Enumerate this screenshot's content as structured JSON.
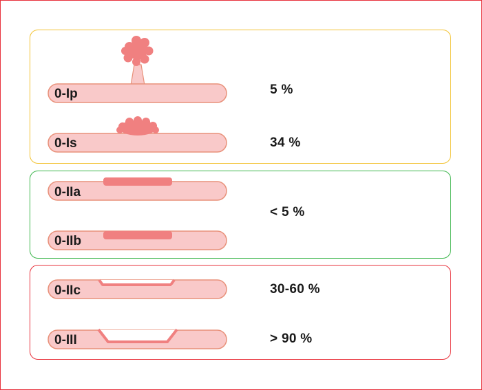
{
  "colors": {
    "frame": "#e8303a",
    "group_yellow": "#f2c230",
    "group_green": "#3ab54a",
    "group_red": "#e8303a",
    "mucosa_fill": "#f9c9c9",
    "mucosa_stroke": "#e8917a",
    "lesion": "#f08080"
  },
  "groups": [
    {
      "color": "yellow",
      "rows": [
        {
          "label": "0-Ip",
          "percent": "5 %"
        },
        {
          "label": "0-Is",
          "percent": "34 %"
        }
      ]
    },
    {
      "color": "green",
      "rows": [
        {
          "label": "0-IIa"
        },
        {
          "label": "0-IIb"
        }
      ],
      "percent": "< 5 %"
    },
    {
      "color": "red",
      "rows": [
        {
          "label": "0-IIc",
          "percent": "30-60 %"
        },
        {
          "label": "0-III",
          "percent": "> 90 %"
        }
      ]
    }
  ]
}
